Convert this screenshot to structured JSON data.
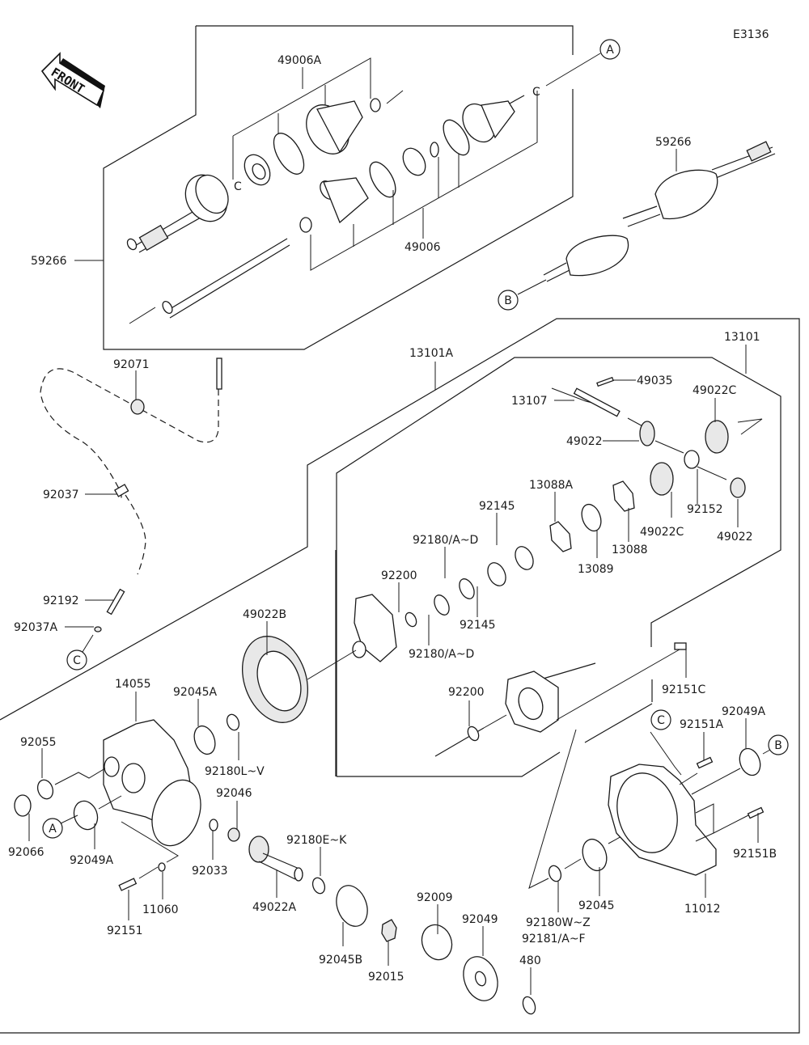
{
  "diagram_id": "E3136",
  "front_arrow_label": "FRONT",
  "ref_markers": {
    "A": "A",
    "B": "B",
    "C": "C"
  },
  "labels": {
    "p49006A": "49006A",
    "p59266_left": "59266",
    "p49006": "49006",
    "p59266_right": "59266",
    "p92071": "92071",
    "p92037": "92037",
    "p92192": "92192",
    "p92037A": "92037A",
    "p13101A": "13101A",
    "p13101": "13101",
    "p49035": "49035",
    "p13107": "13107",
    "p49022C_top": "49022C",
    "p49022_top": "49022",
    "p13088A": "13088A",
    "p92145_top": "92145",
    "p92180AD_top": "92180/A~D",
    "p92152": "92152",
    "p49022C_mid": "49022C",
    "p49022_right": "49022",
    "p13088": "13088",
    "p13089": "13089",
    "p92200_top": "92200",
    "p92145_bot": "92145",
    "p92180AD_bot": "92180/A~D",
    "p49022B": "49022B",
    "p92151C": "92151C",
    "p92200_bot": "92200",
    "p14055": "14055",
    "p92045A": "92045A",
    "p92180LV": "92180L~V",
    "p92055": "92055",
    "p92049A_right": "92049A",
    "p92151A": "92151A",
    "p92066": "92066",
    "p92049A_left": "92049A",
    "p92046": "92046",
    "p92033": "92033",
    "p92180EK": "92180E~K",
    "p49022A": "49022A",
    "p92151B": "92151B",
    "p11060": "11060",
    "p92151": "92151",
    "p92045B": "92045B",
    "p92015": "92015",
    "p92009": "92009",
    "p92049": "92049",
    "p480": "480",
    "p92045": "92045",
    "p92180WZ": "92180W~Z",
    "p92181AF": "92181/A~F",
    "p11012": "11012"
  }
}
